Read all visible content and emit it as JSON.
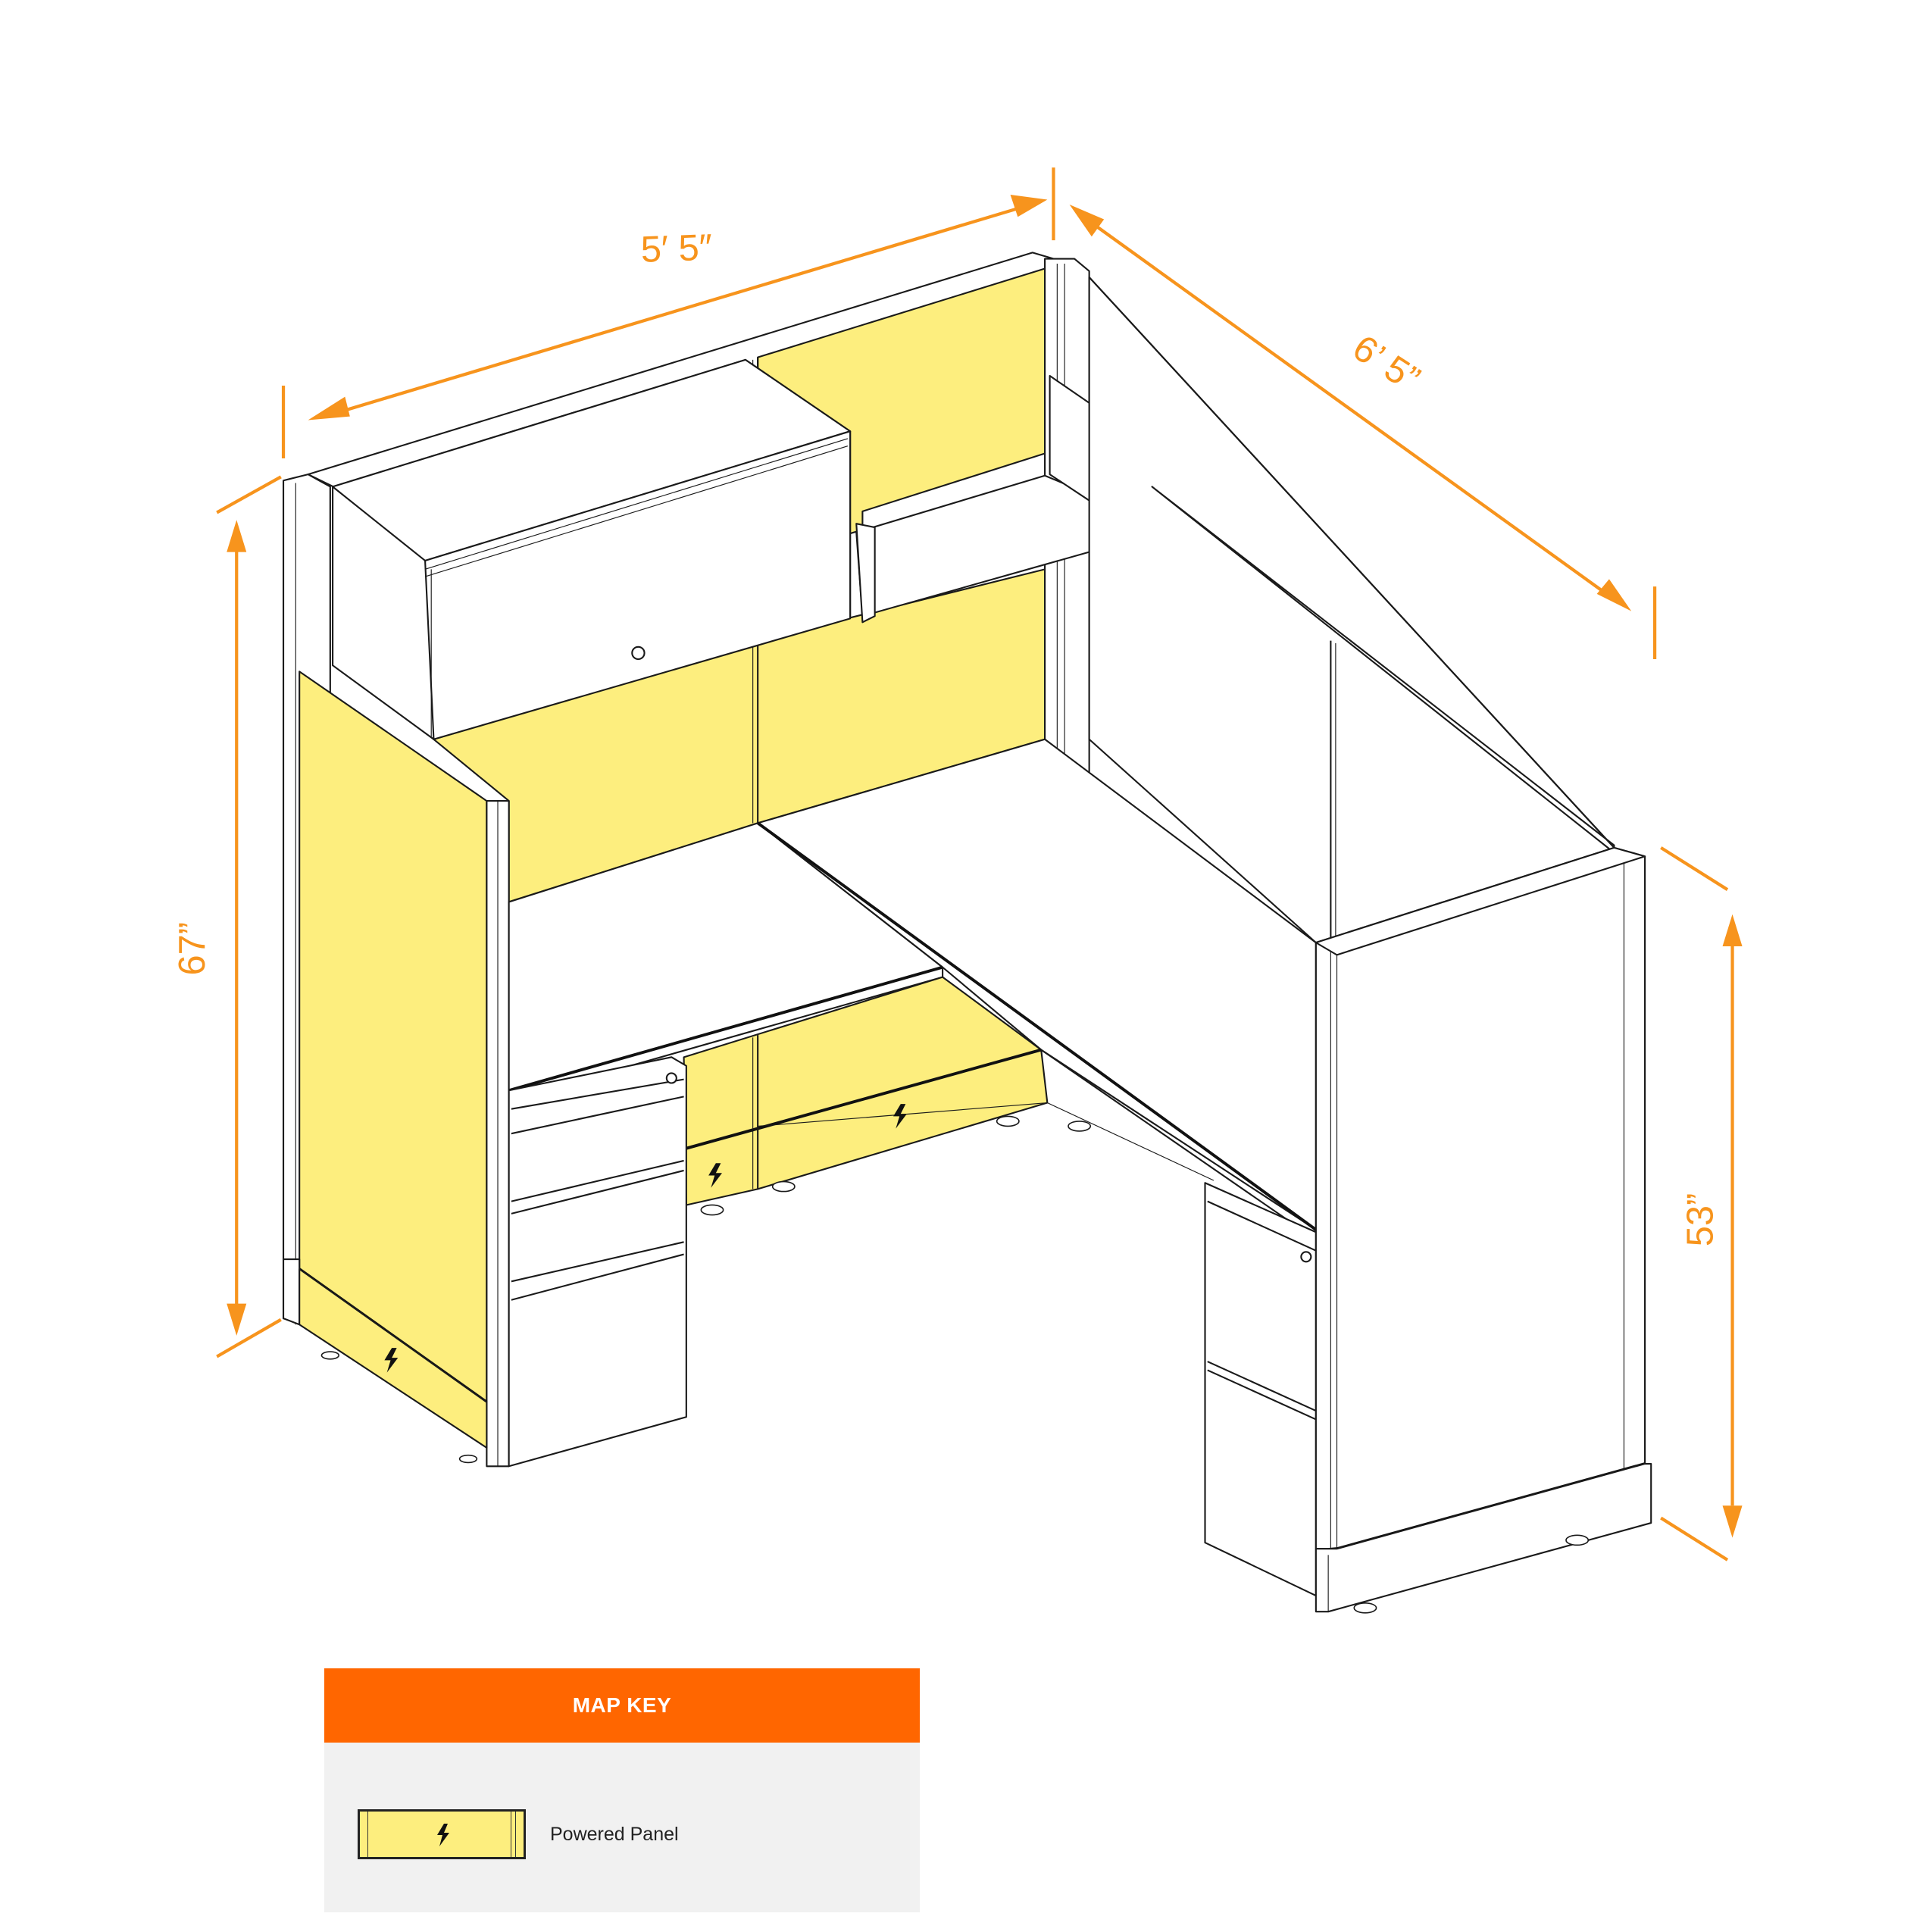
{
  "diagram": {
    "subject": "Cubicle workstation with overhead storage, shelf, L-shaped desk and two file pedestals",
    "colors": {
      "powered_panel": "#fdee7e",
      "dimension_line": "#f7941d",
      "map_key_header": "#ff6600",
      "map_key_body": "#f1f1f1",
      "outline": "#1a1a1a"
    },
    "dimensions": {
      "width": "5′ 5″",
      "depth": "6’ 5”",
      "height_back": "67”",
      "height_side": "53”"
    },
    "powered_panel_markers": 4
  },
  "map_key": {
    "title": "MAP KEY",
    "items": [
      {
        "icon": "powered-panel-swatch",
        "icon_glyph": "lightning-bolt",
        "label": "Powered Panel"
      }
    ]
  }
}
